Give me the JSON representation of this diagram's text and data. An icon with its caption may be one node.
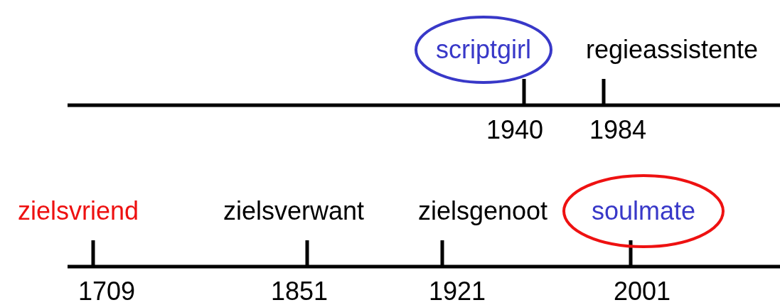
{
  "diagram": {
    "nodes": [
      {
        "text": [
          "scriptgirl"
        ]
      },
      {
        "text": [
          "soulmate"
        ]
      }
    ],
    "labels": [
      "regieassistente",
      "1940",
      "1984",
      "zielsvriend",
      "zielsverwant",
      "zielsgenoot",
      "1709",
      "1851",
      "1921",
      "2001"
    ]
  }
}
